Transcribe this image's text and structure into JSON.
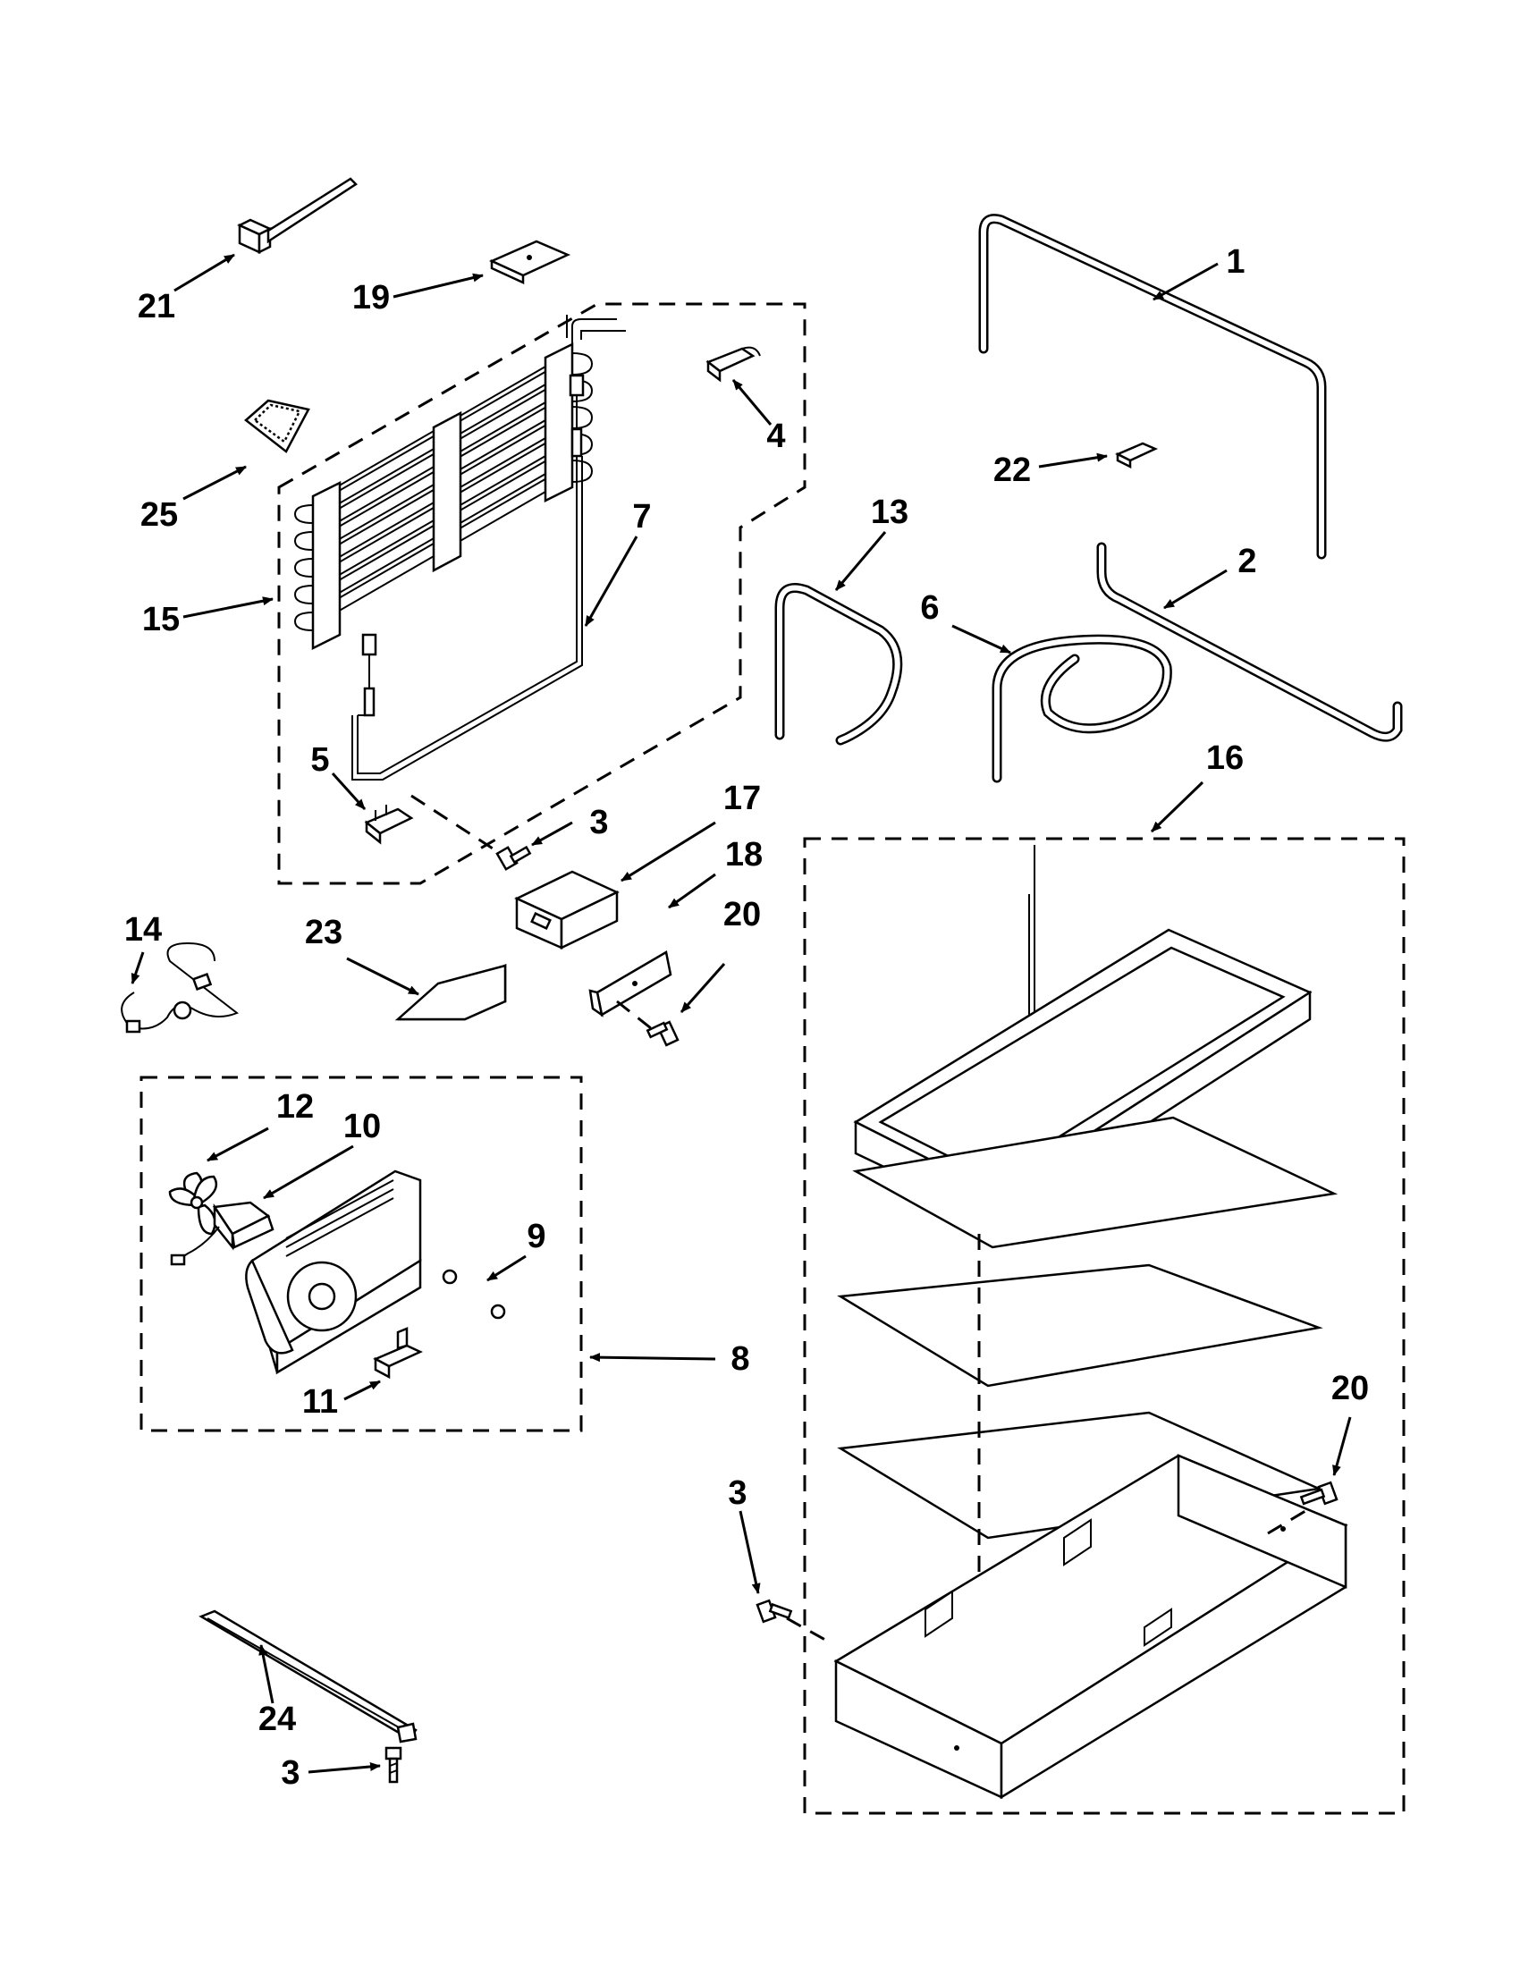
{
  "diagram": {
    "callouts": [
      {
        "id": "c1",
        "label": "1"
      },
      {
        "id": "c2",
        "label": "2"
      },
      {
        "id": "c3a",
        "label": "3"
      },
      {
        "id": "c3b",
        "label": "3"
      },
      {
        "id": "c3c",
        "label": "3"
      },
      {
        "id": "c4",
        "label": "4"
      },
      {
        "id": "c5",
        "label": "5"
      },
      {
        "id": "c6",
        "label": "6"
      },
      {
        "id": "c7",
        "label": "7"
      },
      {
        "id": "c8",
        "label": "8"
      },
      {
        "id": "c9",
        "label": "9"
      },
      {
        "id": "c10",
        "label": "10"
      },
      {
        "id": "c11",
        "label": "11"
      },
      {
        "id": "c12",
        "label": "12"
      },
      {
        "id": "c13",
        "label": "13"
      },
      {
        "id": "c14",
        "label": "14"
      },
      {
        "id": "c15",
        "label": "15"
      },
      {
        "id": "c16",
        "label": "16"
      },
      {
        "id": "c17",
        "label": "17"
      },
      {
        "id": "c18",
        "label": "18"
      },
      {
        "id": "c19",
        "label": "19"
      },
      {
        "id": "c20a",
        "label": "20"
      },
      {
        "id": "c20b",
        "label": "20"
      },
      {
        "id": "c21",
        "label": "21"
      },
      {
        "id": "c22",
        "label": "22"
      },
      {
        "id": "c23",
        "label": "23"
      },
      {
        "id": "c24",
        "label": "24"
      },
      {
        "id": "c25",
        "label": "25"
      }
    ]
  }
}
